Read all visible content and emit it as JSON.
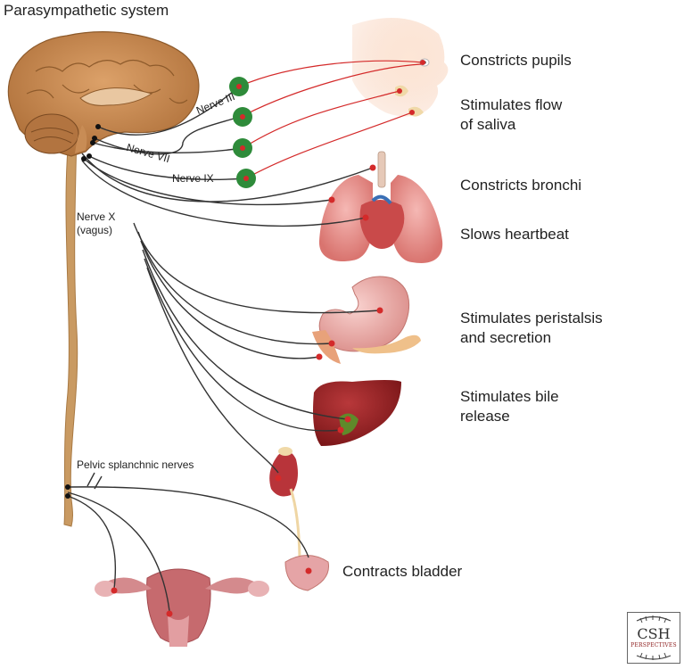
{
  "title": "Parasympathetic system",
  "nerves": {
    "iii": "Nerve III",
    "vii": "Nerve VII",
    "ix": "Nerve IX",
    "x_line1": "Nerve X",
    "x_line2": "(vagus)",
    "pelvic": "Pelvic splanchnic nerves"
  },
  "effects": {
    "pupils": "Constricts pupils",
    "saliva_1": "Stimulates flow",
    "saliva_2": "of saliva",
    "bronchi": "Constricts bronchi",
    "heart": "Slows heartbeat",
    "peristalsis_1": "Stimulates peristalsis",
    "peristalsis_2": "and secretion",
    "bile_1": "Stimulates bile",
    "bile_2": "release",
    "bladder": "Contracts bladder"
  },
  "logo": {
    "main": "CSH",
    "sub": "PERSPECTIVES"
  },
  "colors": {
    "nerve_line": "#333333",
    "postganglionic": "#d42a2a",
    "ganglion": "#2e8b3a",
    "spinal_cord": "#c99a62",
    "brain": "#c8874a"
  }
}
